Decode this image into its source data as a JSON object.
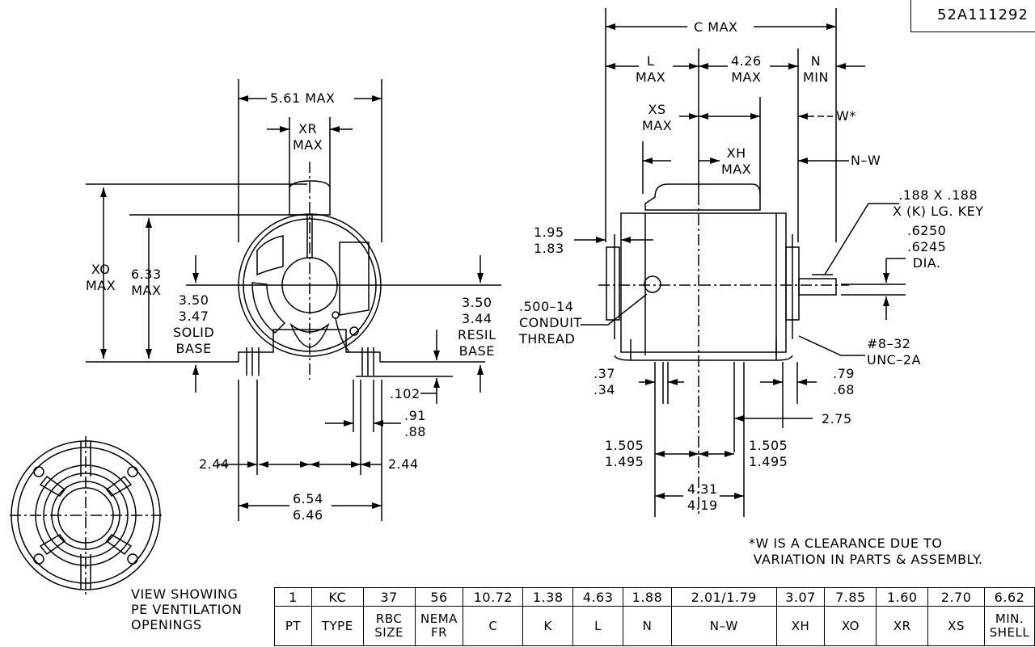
{
  "drawing_number": "52A111292",
  "left_view": {
    "width_max": "5.61 MAX",
    "xr_max": "XR\nMAX",
    "xo_max": "XO\nMAX",
    "height_max": "6.33\nMAX",
    "solid_base": "3.50\n3.47\nSOLID\nBASE",
    "resil_base": "3.50\n3.44\nRESIL\nBASE",
    "base_thickness": ".102",
    "slot_width": ".91\n.88",
    "left_offset": "2.44",
    "right_offset": "2.44",
    "base_width": "6.54\n6.46"
  },
  "right_view": {
    "c_max": "C MAX",
    "l_max": "L\nMAX",
    "flange_max": "4.26\nMAX",
    "n_min": "N\nMIN",
    "xs_max": "XS\nMAX",
    "w_star": "W*",
    "xh_max": "XH\nMAX",
    "n_w": "N–W",
    "key": ".188 X .188\nX (K) LG. KEY",
    "shaft_dia": ".6250\n.6245\nDIA.",
    "end_dim": "1.95\n1.83",
    "conduit": ".500–14\nCONDUIT\nTHREAD",
    "screw": "#8–32\nUNC–2A",
    "foot_left": ".37\n.34",
    "foot_right": ".79\n.68",
    "dim_275": "2.75",
    "hole_left": "1.505\n1.495",
    "hole_right": "1.505\n1.495",
    "hole_spacing": "4.31\n4.19"
  },
  "note": "*W IS A CLEARANCE DUE TO\n VARIATION IN PARTS & ASSEMBLY.",
  "vent_view_caption": "VIEW SHOWING\nPE VENTILATION\nOPENINGS",
  "spec_table": {
    "values": [
      "1",
      "KC",
      "37",
      "56",
      "10.72",
      "1.38",
      "4.63",
      "1.88",
      "2.01/1.79",
      "3.07",
      "7.85",
      "1.60",
      "2.70",
      "6.62"
    ],
    "headers": [
      "PT",
      "TYPE",
      "RBC\nSIZE",
      "NEMA\nFR",
      "C",
      "K",
      "L",
      "N",
      "N–W",
      "XH",
      "XO",
      "XR",
      "XS",
      "MIN.\nSHELL"
    ]
  }
}
